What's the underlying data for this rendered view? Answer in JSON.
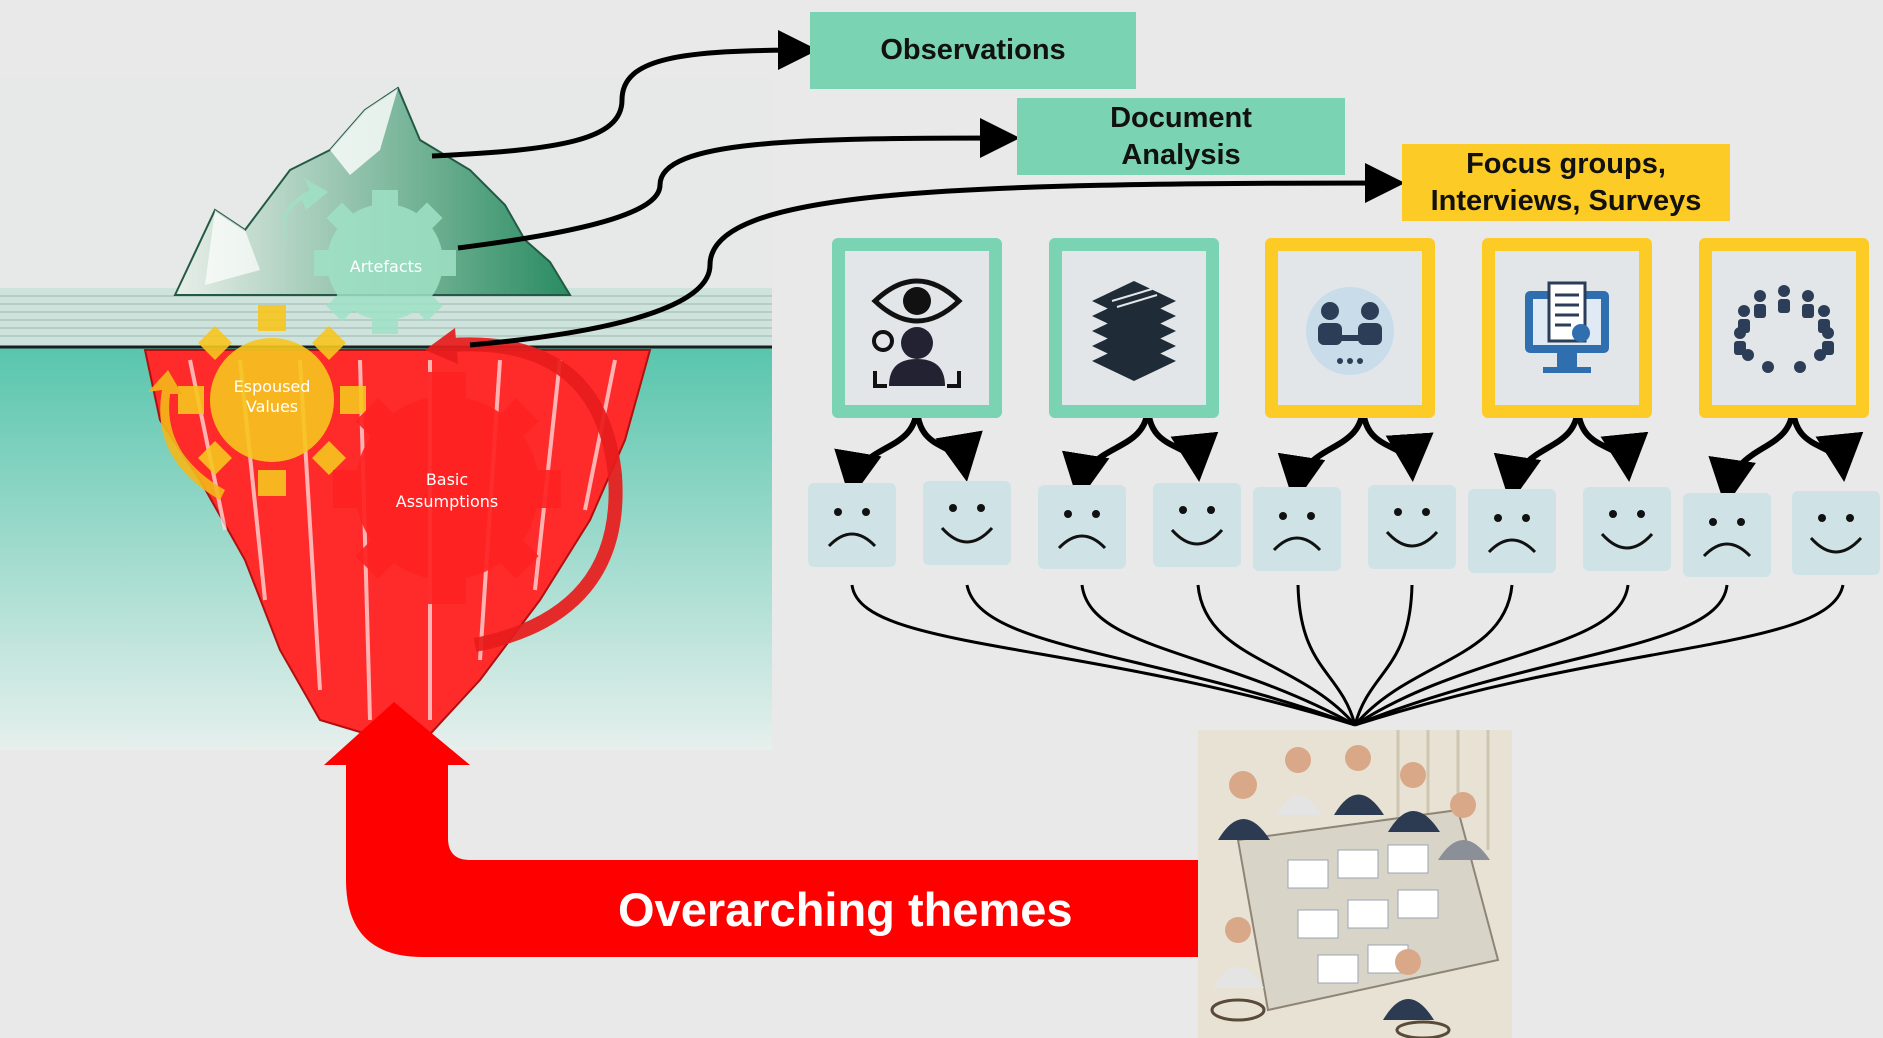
{
  "diagram": {
    "colors": {
      "teal": "#7ad3b2",
      "yellow": "#fccb25",
      "red": "#ff0000",
      "background": "#e9e9e9"
    },
    "iceberg": {
      "artefacts_label": "Artefacts",
      "espoused_values_label": "Espoused\nValues",
      "basic_assumptions_label": "Basic\nAssumptions"
    },
    "methods": [
      {
        "label": "Observations",
        "color": "teal"
      },
      {
        "label": "Document\nAnalysis",
        "color": "teal"
      },
      {
        "label": "Focus groups,\nInterviews, Surveys",
        "color": "yellow"
      }
    ],
    "tiles": [
      {
        "icon": "observer-eye-icon",
        "color": "teal"
      },
      {
        "icon": "document-stack-icon",
        "color": "teal"
      },
      {
        "icon": "focus-group-meeting-icon",
        "color": "yellow"
      },
      {
        "icon": "online-survey-icon",
        "color": "yellow"
      },
      {
        "icon": "interview-circle-icon",
        "color": "yellow"
      }
    ],
    "faces": [
      "sad",
      "happy",
      "sad",
      "happy",
      "sad",
      "happy",
      "sad",
      "happy",
      "sad",
      "happy"
    ],
    "themes_label": "Overarching themes",
    "team_image": "team-meeting-illustration"
  }
}
